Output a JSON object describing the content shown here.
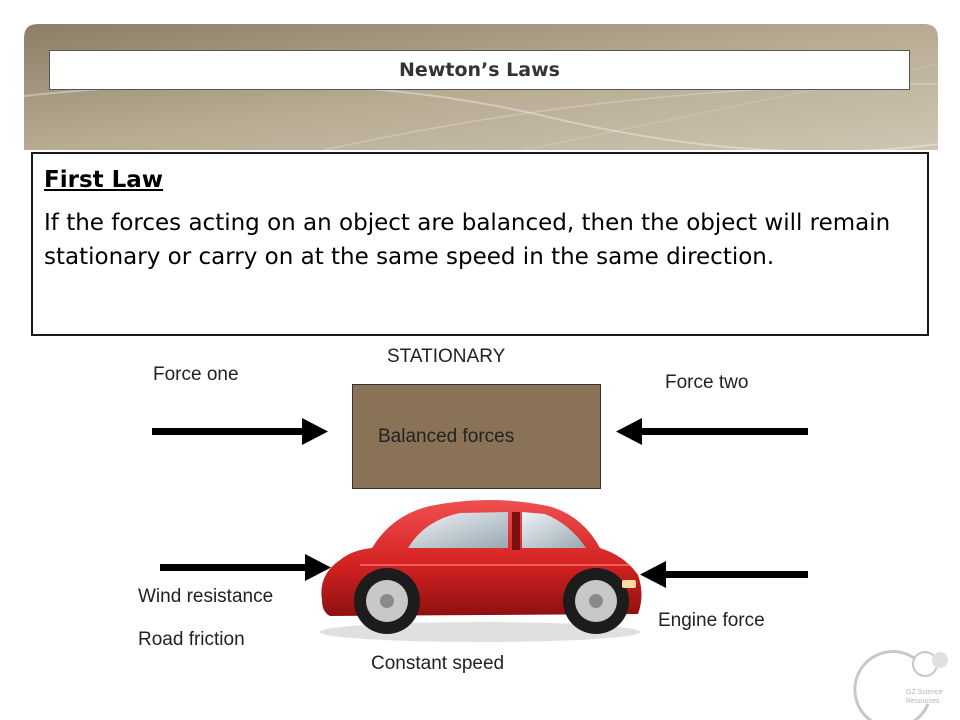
{
  "slide": {
    "title": "Newton’s Laws",
    "law_heading": "First Law",
    "law_text": "If the forces acting on an object are balanced, then the object will remain stationary or carry on at the same speed in the same direction."
  },
  "diagram": {
    "stationary_label": "STATIONARY",
    "force_one": "Force one",
    "force_two": "Force two",
    "box_label": "Balanced forces",
    "wind_resistance": "Wind resistance",
    "road_friction": "Road friction",
    "engine_force": "Engine force",
    "constant_speed": "Constant speed"
  },
  "colors": {
    "box_fill": "#8a7256",
    "car_body": "#d42222",
    "banner": "#a89a80"
  },
  "icons": [
    "gz-science-resources-logo"
  ]
}
